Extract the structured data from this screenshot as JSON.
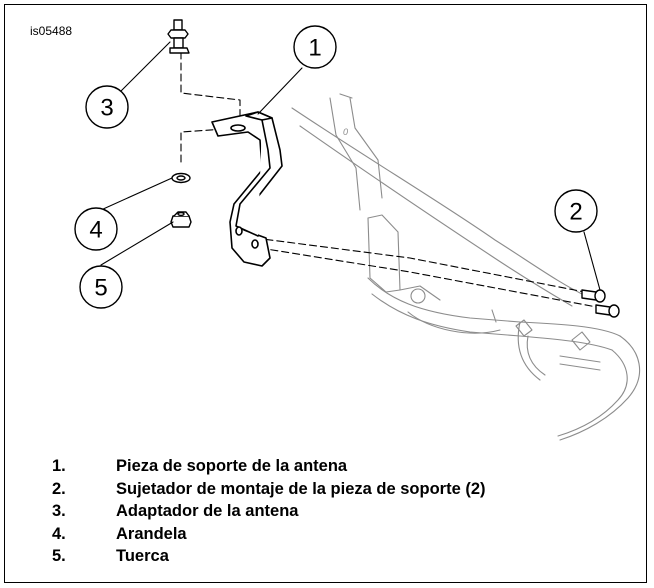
{
  "figure": {
    "ref_id": "is05488",
    "callouts": [
      "1",
      "2",
      "3",
      "4",
      "5"
    ]
  },
  "legend": [
    {
      "num": "1.",
      "text": "Pieza de soporte de la antena"
    },
    {
      "num": "2.",
      "text": "Sujetador de montaje de la pieza de soporte (2)"
    },
    {
      "num": "3.",
      "text": "Adaptador de la antena"
    },
    {
      "num": "4.",
      "text": "Arandela"
    },
    {
      "num": "5.",
      "text": "Tuerca"
    }
  ]
}
